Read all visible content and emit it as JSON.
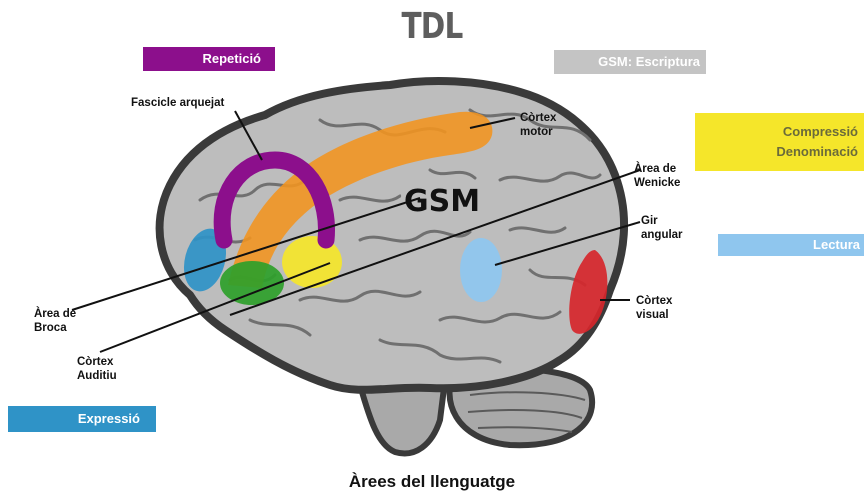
{
  "title": "TDL",
  "footer": "Àrees del llenguatge",
  "center_label": "GSM",
  "tags": {
    "repeticio": "Repetició",
    "gsm_escriptura": "GSM: Escriptura",
    "compressio": "Compressió",
    "denominacio": "Denominació",
    "lectura": "Lectura",
    "expressio": "Expressió"
  },
  "labels": {
    "fascicle_arquejat": "Fascicle arquejat",
    "cortex_motor": [
      "Còrtex",
      "motor"
    ],
    "area_wernicke": [
      "Àrea de",
      "Wenicke"
    ],
    "gir_angular": [
      "Gir",
      "angular"
    ],
    "cortex_visual": [
      "Còrtex",
      "visual"
    ],
    "area_broca": [
      "Àrea de",
      "Broca"
    ],
    "cortex_auditiu": [
      "Còrtex",
      "Auditiu"
    ]
  },
  "colors": {
    "purple": "#8c0f8c",
    "gray_tag": "#c4c4c4",
    "yellow": "#f5e62a",
    "light_blue": "#8fc6ee",
    "blue": "#2f93c7",
    "orange": "#f2941f",
    "green": "#2ea02a",
    "red": "#d6262b",
    "brain": "#b9b9b9",
    "brain_outline": "#3a3a3a"
  }
}
